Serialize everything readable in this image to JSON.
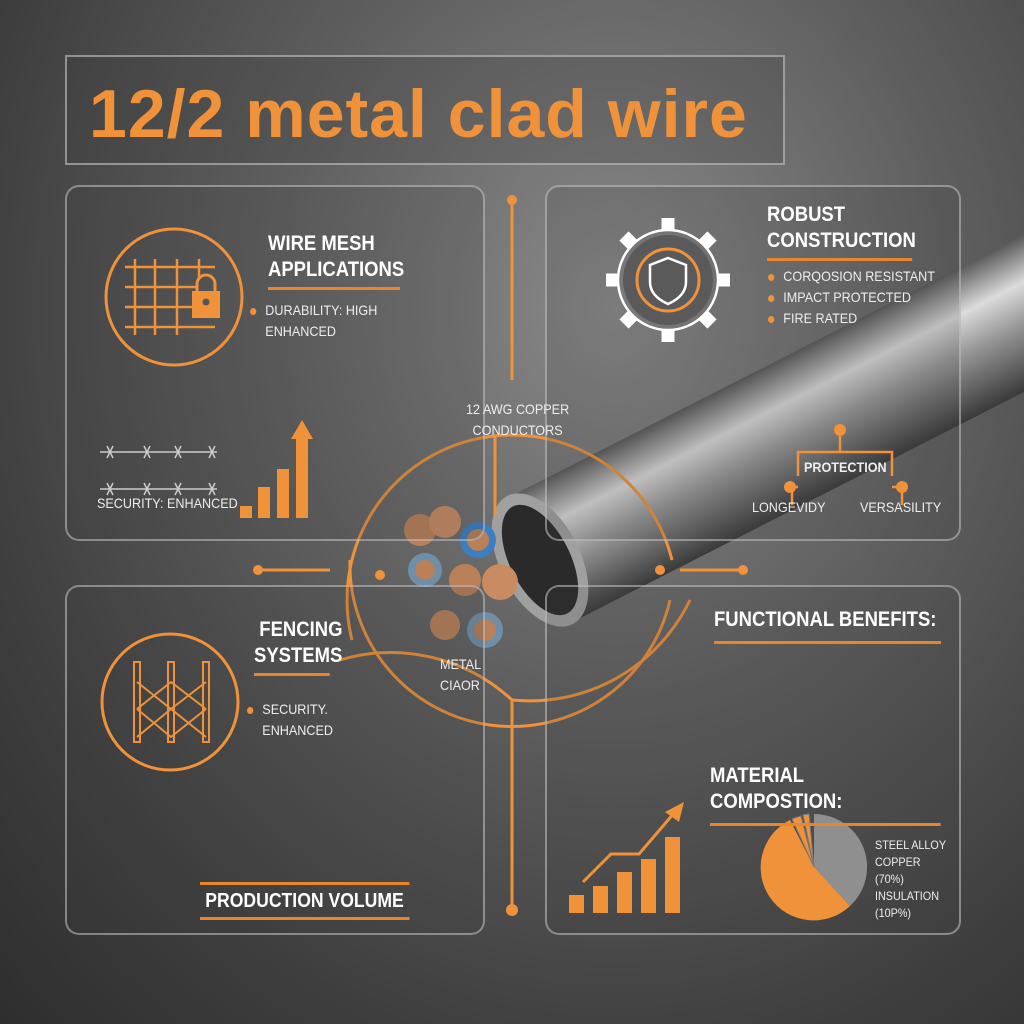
{
  "title": "12/2 metal clad wire",
  "colors": {
    "accent": "#f0923a",
    "copper": "#b9805a",
    "blue_insulation": "#3a7fc4",
    "steel": "#b8b8b8"
  },
  "wire_mesh": {
    "heading_line1": "WIRE MESH",
    "heading_line2": "APPLICATIONS",
    "bullet": "DURABILITY: HIGH",
    "bullet_cont": "ENHANCED",
    "barbed_label": "SECURITY: ENHANCED",
    "icons": [
      "wire-mesh-lock-icon",
      "barbed-wire-icon",
      "bar-chart-arrow-icon"
    ]
  },
  "robust": {
    "heading_line1": "ROBUST",
    "heading_line2": "CONSTRUCTION",
    "bullets": [
      "CORQOSION RESISTANT",
      "IMPACT PROTECTED",
      "FIRE RATED"
    ],
    "tree_root": "PROTECTION",
    "tree_left": "LONGEVIDY",
    "tree_right": "VERSASILITY",
    "icons": [
      "gear-shield-icon",
      "tree-diagram-icon"
    ]
  },
  "center": {
    "conductors_line1": "12 AWG COPPER",
    "conductors_line2": "CONDUCTORS",
    "metal_label": "METAL CIAOR"
  },
  "fencing": {
    "heading_line1": "FENCING",
    "heading_line2": "SYSTEMS",
    "bullet": "SECURITY.",
    "bullet_cont": "ENHANCED",
    "production": "PRODUCTION VOLUME",
    "icons": [
      "fence-icon"
    ]
  },
  "benefits": {
    "heading": "FUNCTIONAL BENEFITS:",
    "composition_heading": "MATERIAL COMPOSTION:",
    "legend": [
      "STEEL ALLOY",
      "COPPER (70%)",
      "INSULATION  (10P%)"
    ],
    "icons": [
      "growth-chart-icon",
      "pie-chart-icon"
    ]
  }
}
